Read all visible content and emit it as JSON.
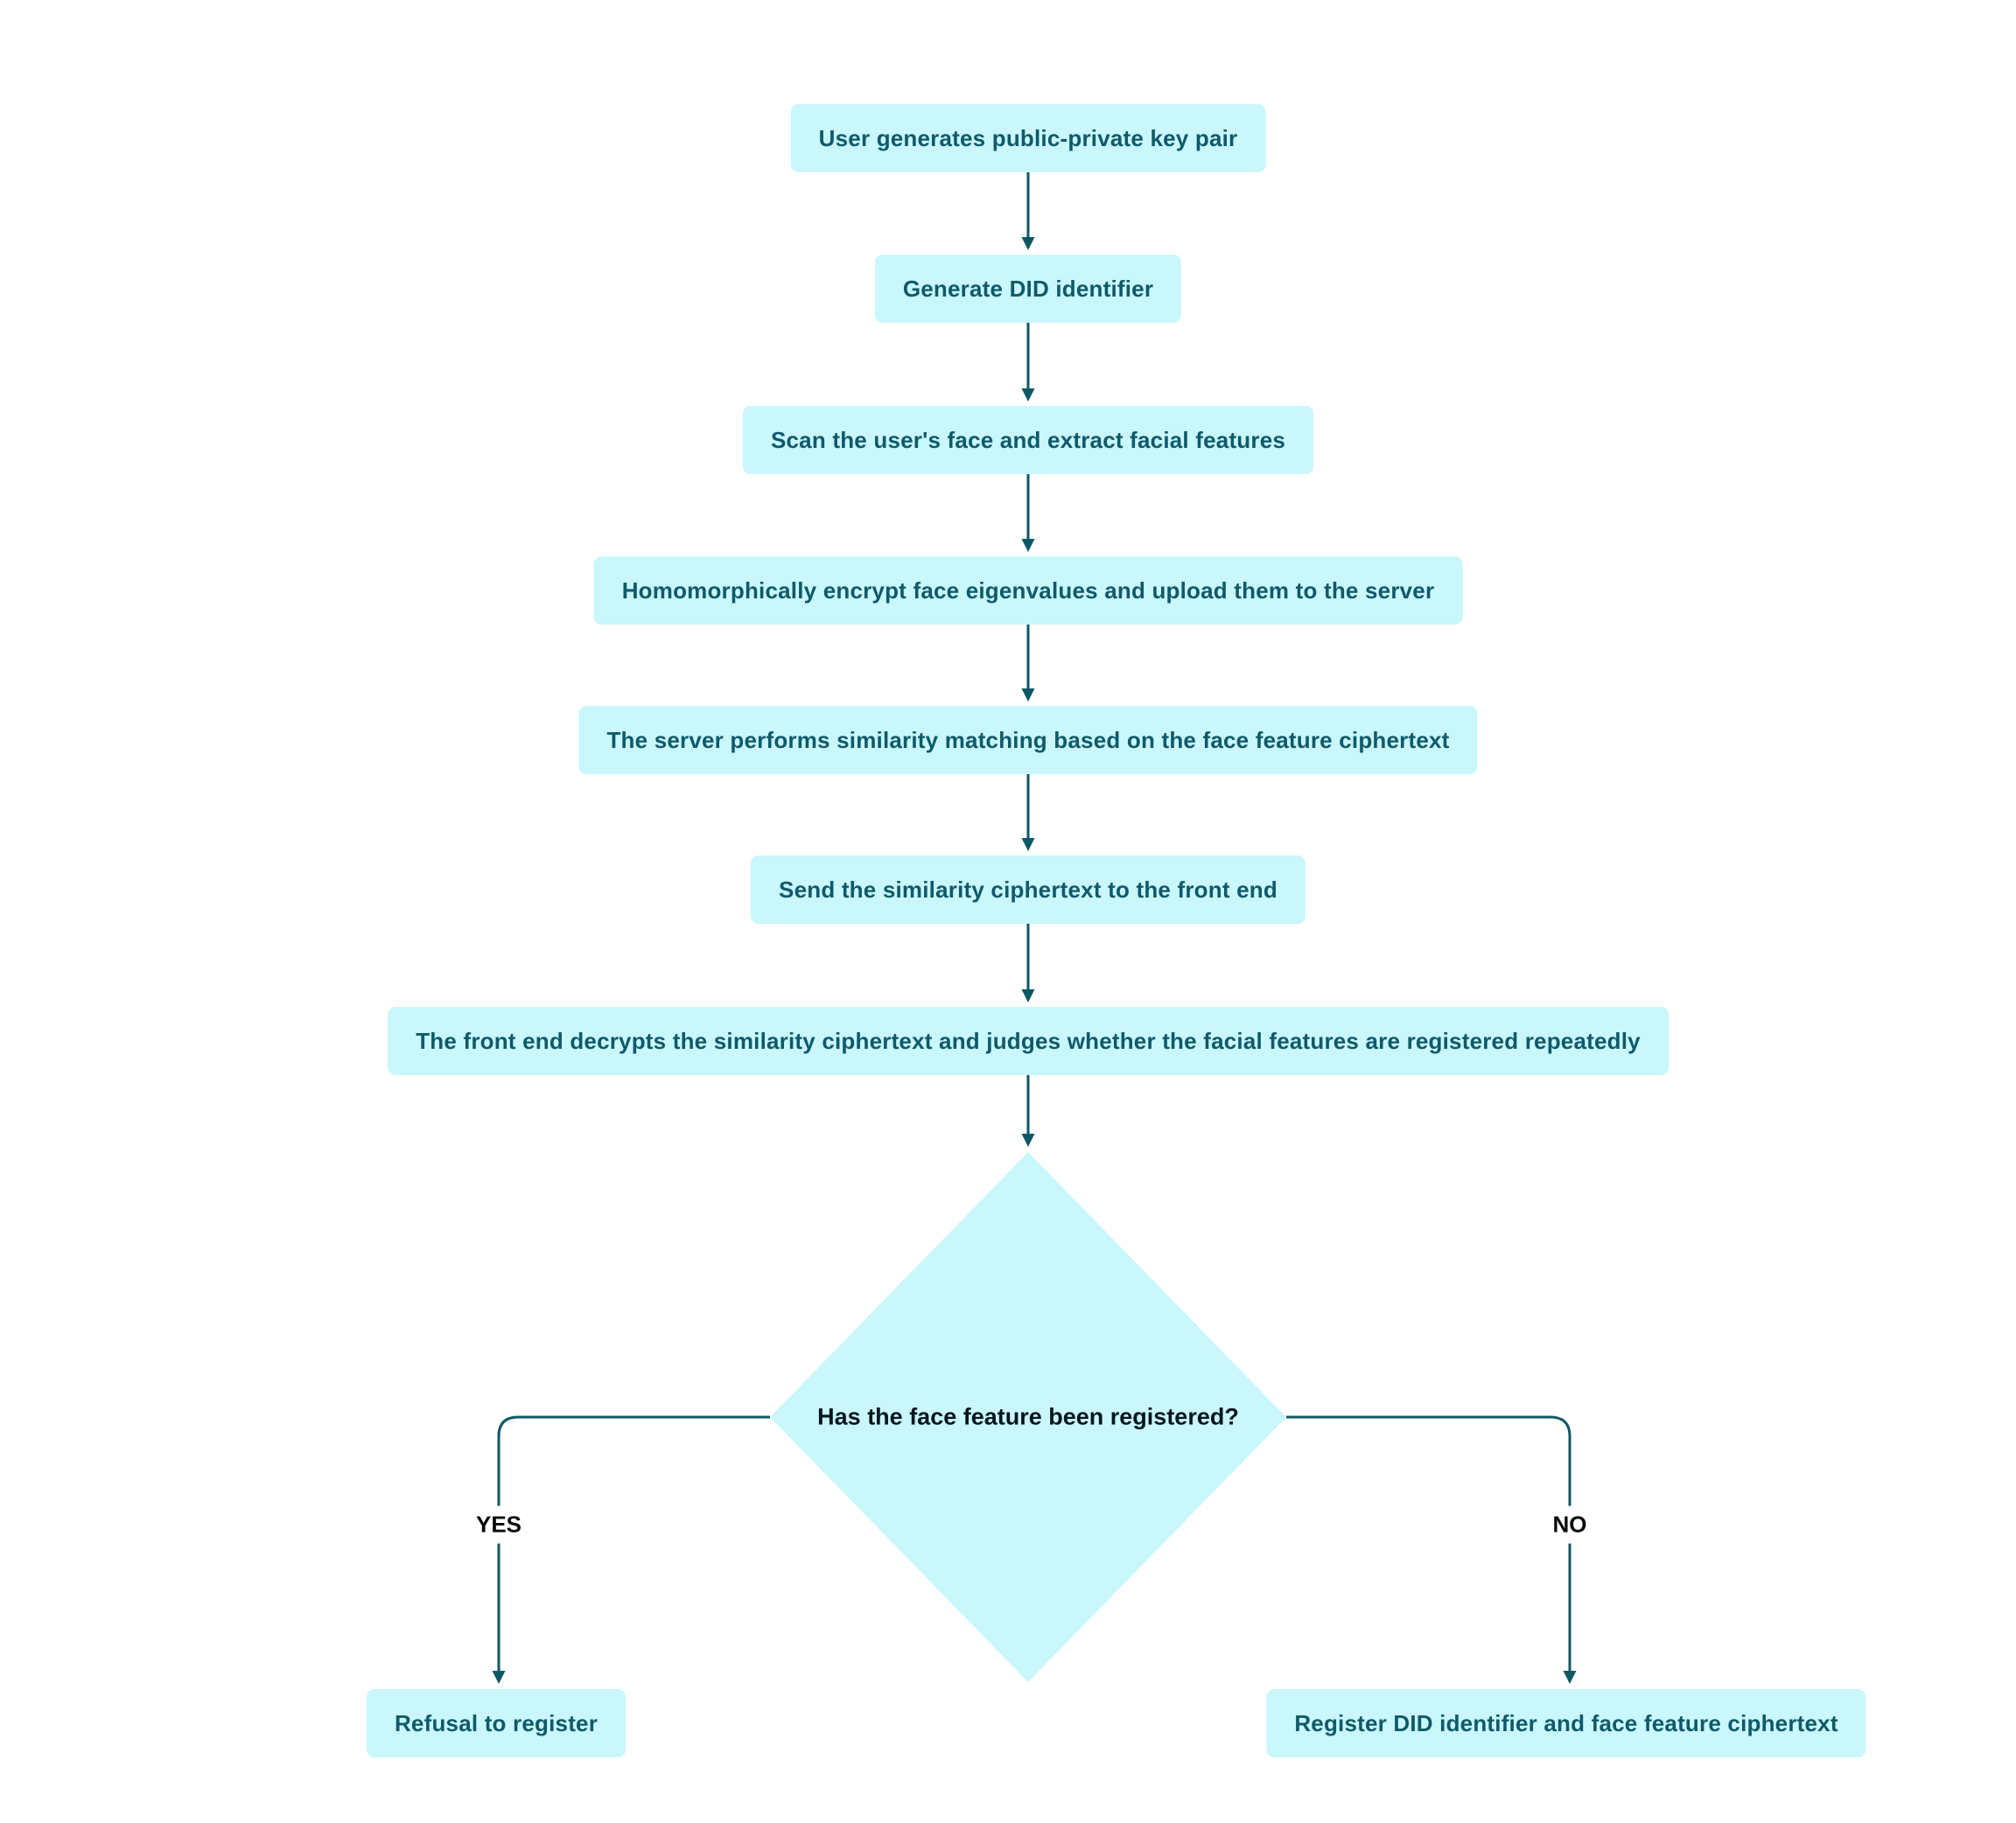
{
  "flowchart": {
    "nodes": [
      {
        "label": "User generates public-private key pair"
      },
      {
        "label": "Generate DID identifier"
      },
      {
        "label": "Scan the user's face and extract facial features"
      },
      {
        "label": "Homomorphically encrypt face eigenvalues and upload them to the server"
      },
      {
        "label": "The server performs similarity matching based on the face feature ciphertext"
      },
      {
        "label": "Send the similarity ciphertext to the front end"
      },
      {
        "label": "The front end decrypts the similarity ciphertext and judges whether the facial features are registered repeatedly"
      }
    ],
    "decision": {
      "label": "Has the face feature been registered?"
    },
    "branches": {
      "yes": "YES",
      "no": "NO"
    },
    "outcomes": {
      "yes": {
        "label": "Refusal to register"
      },
      "no": {
        "label": "Register DID identifier and face feature ciphertext"
      }
    },
    "colors": {
      "node_fill": "#c9f7fb",
      "node_text": "#0e5a6b",
      "connector": "#0e5866",
      "branch_label_text": "#0a0a0a",
      "background": "#ffffff"
    }
  }
}
